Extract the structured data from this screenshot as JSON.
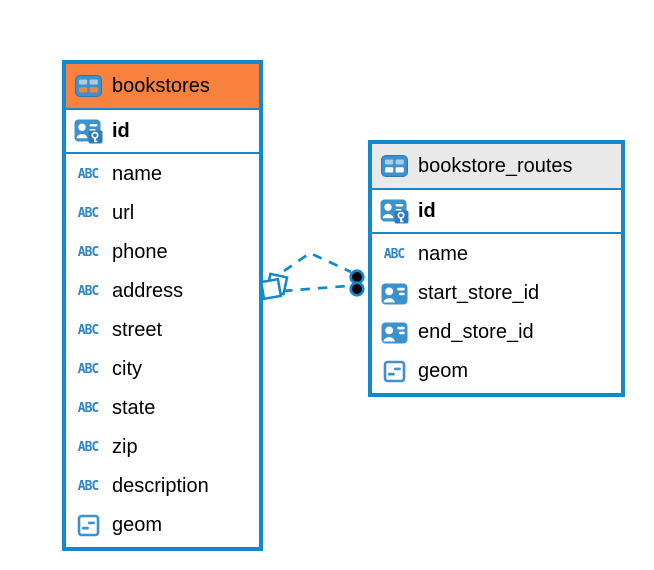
{
  "diagram": {
    "background_color": "#ffffff",
    "accent_color": "#1389CD",
    "icon_color": "#3D92CE",
    "text_color": "#000000",
    "tables": [
      {
        "name": "bookstores",
        "header_color": "#F8813E",
        "header_variant": "orange",
        "header_icon": "table-icon",
        "primary_key": {
          "name": "id",
          "icon": "primary-key-icon"
        },
        "columns": [
          {
            "name": "name",
            "icon": "text-icon"
          },
          {
            "name": "url",
            "icon": "text-icon"
          },
          {
            "name": "phone",
            "icon": "text-icon"
          },
          {
            "name": "address",
            "icon": "text-icon"
          },
          {
            "name": "street",
            "icon": "text-icon"
          },
          {
            "name": "city",
            "icon": "text-icon"
          },
          {
            "name": "state",
            "icon": "text-icon"
          },
          {
            "name": "zip",
            "icon": "text-icon"
          },
          {
            "name": "description",
            "icon": "text-icon"
          },
          {
            "name": "geom",
            "icon": "geometry-icon"
          }
        ]
      },
      {
        "name": "bookstore_routes",
        "header_color": "#E9E9E9",
        "header_variant": "gray",
        "header_icon": "table-icon",
        "primary_key": {
          "name": "id",
          "icon": "primary-key-icon"
        },
        "columns": [
          {
            "name": "name",
            "icon": "text-icon"
          },
          {
            "name": "start_store_id",
            "icon": "reference-icon"
          },
          {
            "name": "end_store_id",
            "icon": "reference-icon"
          },
          {
            "name": "geom",
            "icon": "geometry-icon"
          }
        ]
      }
    ],
    "relationship": {
      "from_table": "bookstores",
      "to_table": "bookstore_routes",
      "line_style": "dashed",
      "line_count": 2,
      "color": "#1389CD",
      "from_symbol": "overlapping-squares",
      "to_symbol": "double-black-dots"
    }
  }
}
